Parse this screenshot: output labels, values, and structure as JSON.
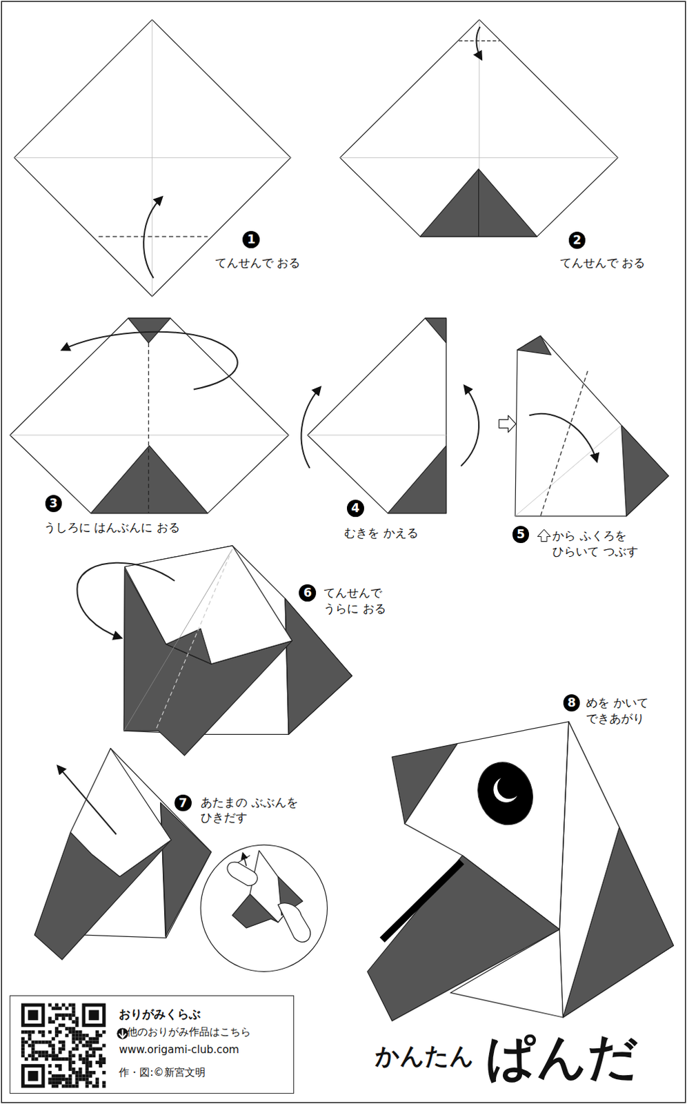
{
  "diagram": {
    "title": "ぱんだ",
    "nodes": [
      {
        "text": [
          "おりがみくらぶ",
          "他のおりがみ作品はこちら",
          "www.origami-club.com",
          "作・図:©新宮文明"
        ]
      }
    ],
    "labels": [
      "1",
      "てんせんで おる",
      "2",
      "てんせんで おる",
      "3",
      "うしろに はんぶんに おる",
      "4",
      "むきを かえる",
      "5",
      "から ふくろを ひらいて つぶす",
      "6",
      "てんせんで うらに おる",
      "7",
      "あたまの ぶぶんを ひきだす",
      "8",
      "めを かいて できあがり",
      "かんたん"
    ]
  }
}
